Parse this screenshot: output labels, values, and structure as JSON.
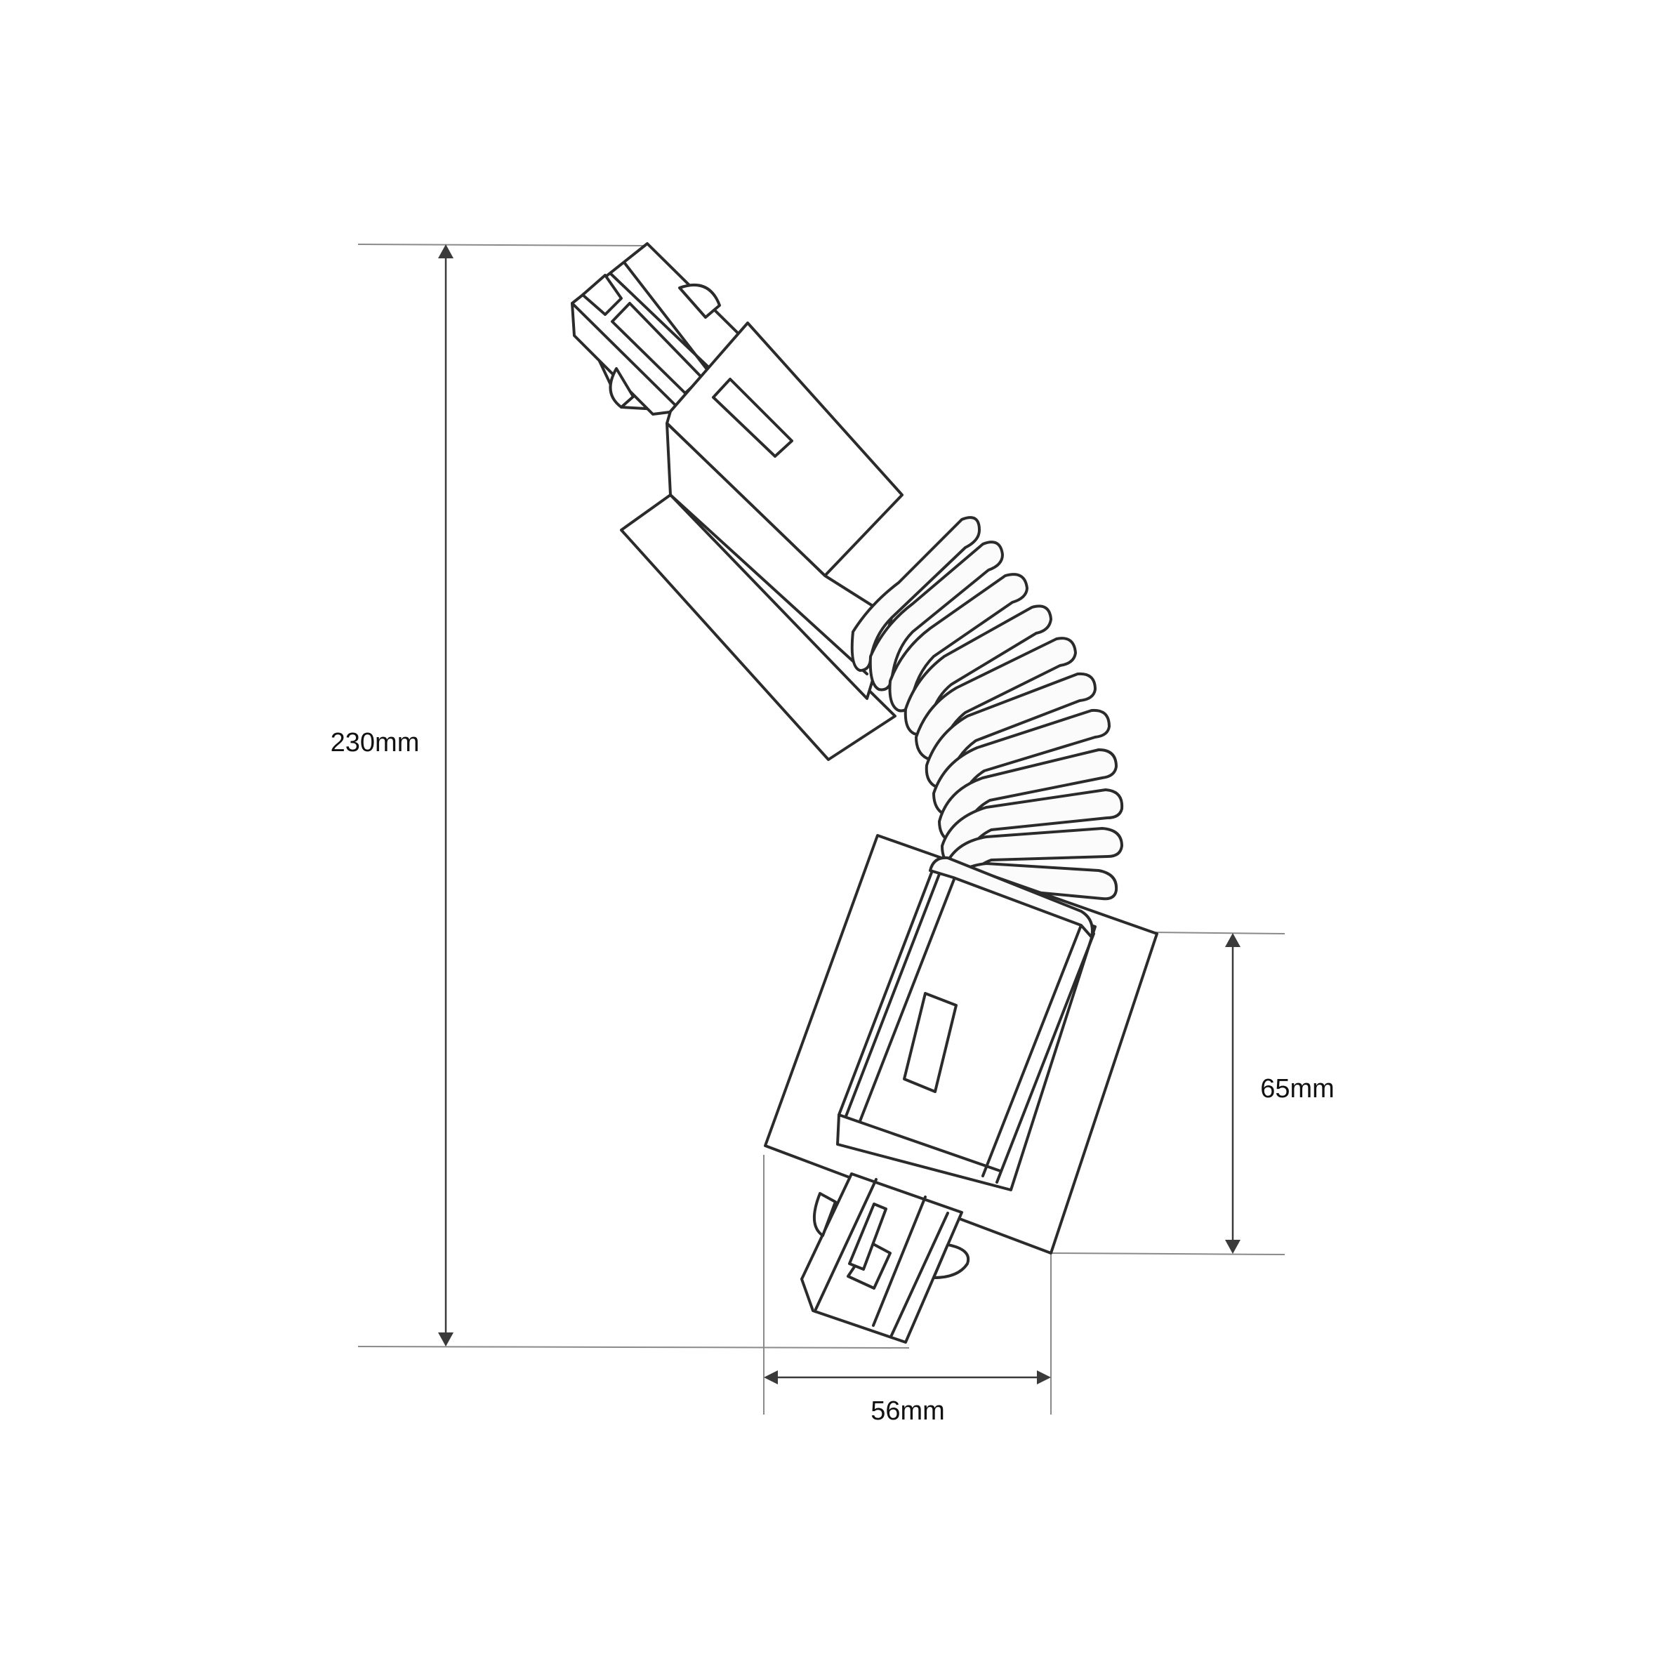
{
  "drawing": {
    "subject": "flexible track connector",
    "line_color": "#2b2b2b",
    "dimension_color": "#3a3a3a",
    "background": "#ffffff"
  },
  "dimensions": {
    "height": {
      "label": "230mm",
      "value": 230,
      "unit": "mm",
      "orientation": "vertical"
    },
    "module_height": {
      "label": "65mm",
      "value": 65,
      "unit": "mm",
      "orientation": "vertical"
    },
    "module_width": {
      "label": "56mm",
      "value": 56,
      "unit": "mm",
      "orientation": "horizontal"
    }
  }
}
